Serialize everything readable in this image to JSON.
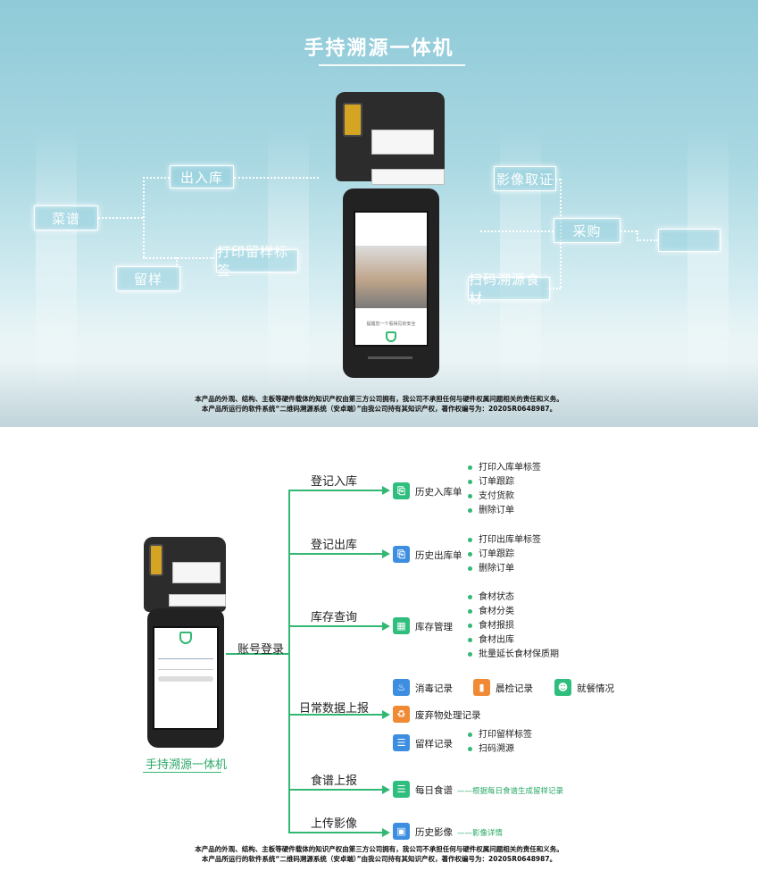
{
  "top": {
    "title": "手持溯源一体机",
    "labels": {
      "churuku": "出入库",
      "caipu": "菜谱",
      "liuyang": "留样",
      "print_label": "打印留样标签",
      "yingxiang": "影像取证",
      "caigou": "采购",
      "saoma": "扫码溯源食材"
    },
    "screen_caption": "提醒您一个看得见的安全",
    "notice": [
      "本产品的外观、结构、主板等硬件载体的知识产权由第三方公司拥有，我公司不承担任何与硬件权属问题相关的责任和义务。",
      "本产品所运行的软件系统“二维码溯源系统（安卓端）”由我公司持有其知识产权，著作权编号为：2020SR0648987。"
    ]
  },
  "bottom": {
    "device_label": "手持溯源一体机",
    "account": "账号登录",
    "stages": {
      "s1": "登记入库",
      "s2": "登记出库",
      "s3": "库存查询",
      "s4": "日常数据上报",
      "s5": "食谱上报",
      "s6": "上传影像"
    },
    "leaves": {
      "history_in": "历史入库单",
      "history_out": "历史出库单",
      "stock": "库存管理",
      "disinfect": "消毒记录",
      "morning": "晨检记录",
      "dining": "就餐情况",
      "waste": "废弃物处理记录",
      "sample": "留样记录",
      "daily_menu": "每日食谱",
      "history_image": "历史影像"
    },
    "bullets_in": [
      "打印入库单标签",
      "订单跟踪",
      "支付货款",
      "删除订单"
    ],
    "bullets_out": [
      "打印出库单标签",
      "订单跟踪",
      "删除订单"
    ],
    "bullets_stock": [
      "食材状态",
      "食材分类",
      "食材报损",
      "食材出库",
      "批量延长食材保质期"
    ],
    "bullets_sample": [
      "打印留样标签",
      "扫码溯源"
    ],
    "note_menu": "——根据每日食谱生成留样记录",
    "note_image": "——影像详情",
    "notice": [
      "本产品的外观、结构、主板等硬件载体的知识产权由第三方公司拥有，我公司不承担任何与硬件权属问题相关的责任和义务。",
      "本产品所运行的软件系统“二维码溯源系统（安卓端）”由我公司持有其知识产权，著作权编号为：2020SR0648987。"
    ]
  },
  "colors": {
    "green": "#33b874",
    "icon_green": "#2fbe7e",
    "icon_blue": "#3d8ee0",
    "icon_orange": "#f08a34"
  }
}
